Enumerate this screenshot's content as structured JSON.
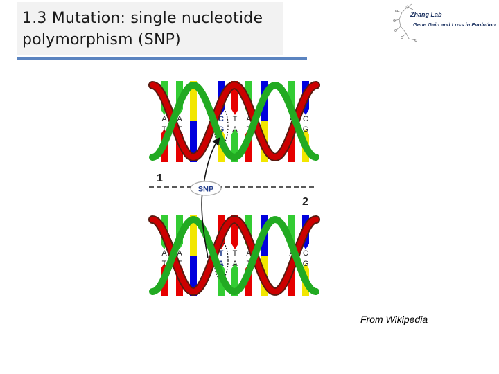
{
  "slide": {
    "title": "1.3 Mutation: single nucleotide polymorphism (SNP)",
    "caption": "From Wikipedia"
  },
  "logo": {
    "lab_name": "Zhang Lab",
    "subtitle": "Gene Gain and Loss in Evolution"
  },
  "diagram": {
    "snp_label": "SNP",
    "strand_1_label": "1",
    "strand_2_label": "2",
    "strand_1": {
      "top_letters": [
        "A",
        "A",
        "",
        "C",
        "T",
        "A",
        "",
        "A",
        "C"
      ],
      "bottom_letters": [
        "T",
        "T",
        "",
        "G",
        "A",
        "T",
        "",
        "T",
        "G"
      ],
      "hidden_pair_left": [
        "G",
        "C"
      ],
      "hidden_pair_right": [
        "C",
        "G"
      ]
    },
    "strand_2": {
      "top_letters": [
        "A",
        "A",
        "",
        "T",
        "T",
        "A",
        "",
        "A",
        "C"
      ],
      "bottom_letters": [
        "T",
        "T",
        "",
        "A",
        "A",
        "T",
        "",
        "T",
        "G"
      ],
      "hidden_pair_left": [
        "G",
        "C"
      ],
      "hidden_pair_right": [
        "C",
        "G"
      ]
    },
    "colors": {
      "A": "#33cc33",
      "T": "#e60000",
      "C": "#0000dd",
      "G": "#f2e600",
      "backbone_red": "#cc0000",
      "backbone_green": "#22aa22",
      "backbone_dark": "#5a1a10"
    }
  }
}
